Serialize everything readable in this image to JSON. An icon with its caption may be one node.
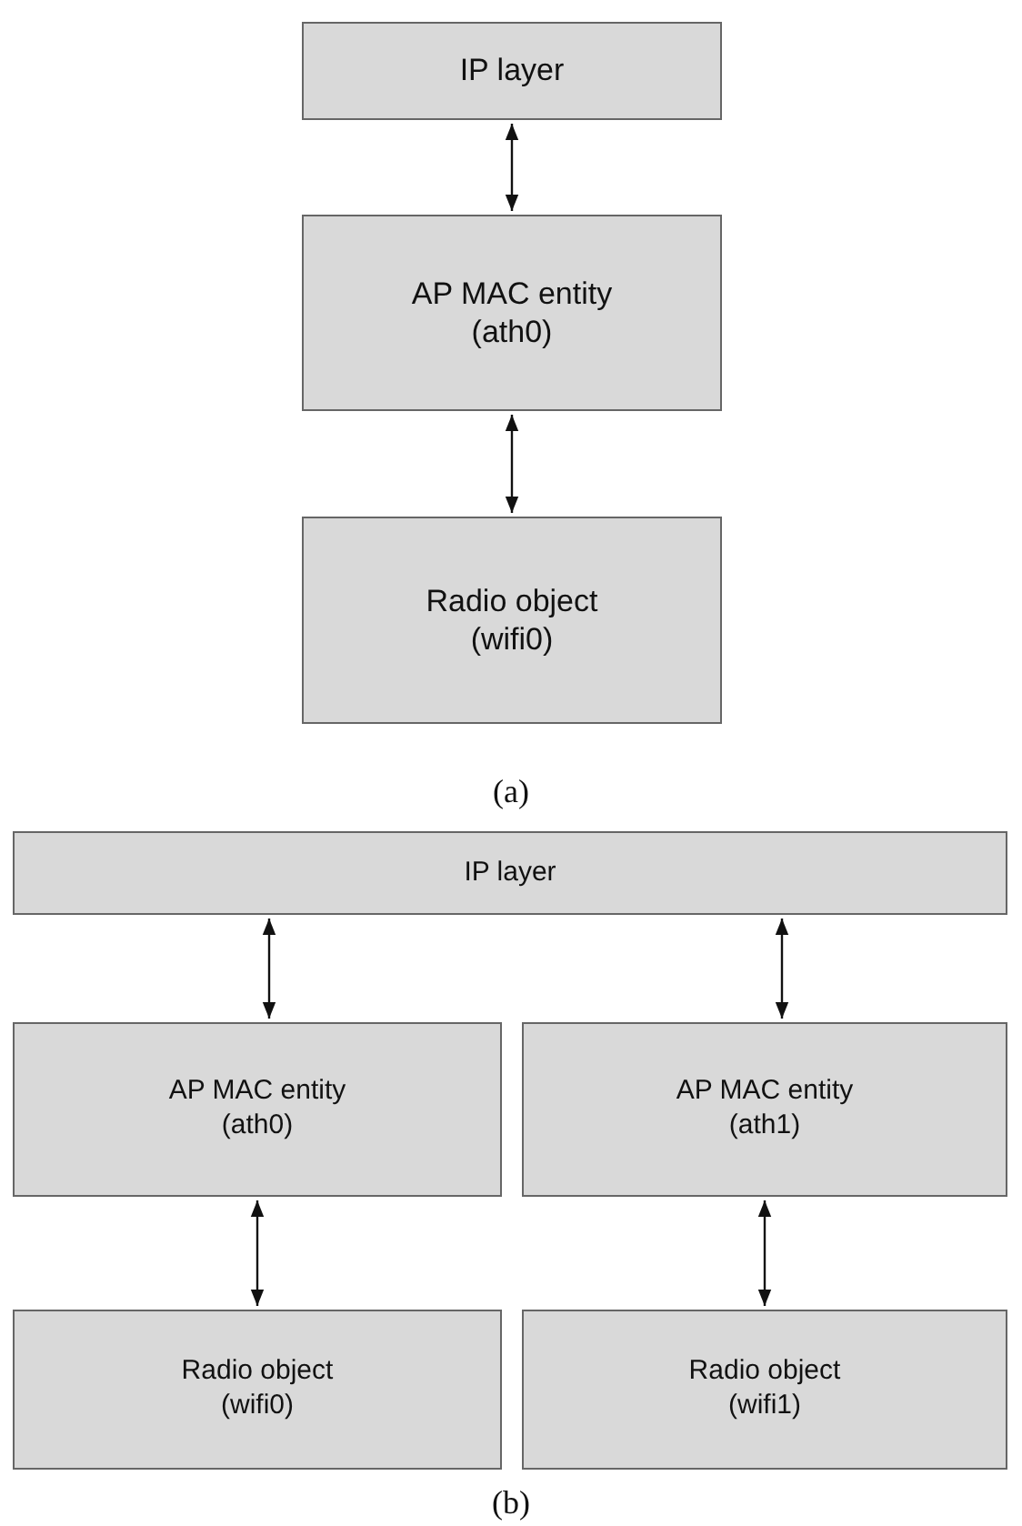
{
  "diagram": {
    "nodes": [
      {
        "text": [
          "IP layer"
        ]
      },
      {
        "text": [
          "AP MAC entity",
          "(ath0)"
        ]
      },
      {
        "text": [
          "Radio object",
          "(wifi0)"
        ]
      },
      {
        "text": [
          "IP layer"
        ]
      },
      {
        "text": [
          "AP MAC entity",
          "(ath0)"
        ]
      },
      {
        "text": [
          "AP MAC entity",
          "(ath1)"
        ]
      },
      {
        "text": [
          "Radio object",
          "(wifi0)"
        ]
      },
      {
        "text": [
          "Radio object",
          "(wifi1)"
        ]
      }
    ],
    "edges": [
      {
        "from": 0,
        "to": 1,
        "arrow": "both"
      },
      {
        "from": 1,
        "to": 2,
        "arrow": "both"
      },
      {
        "from": 3,
        "to": 4,
        "arrow": "both"
      },
      {
        "from": 3,
        "to": 5,
        "arrow": "both"
      },
      {
        "from": 4,
        "to": 6,
        "arrow": "both"
      },
      {
        "from": 5,
        "to": 7,
        "arrow": "both"
      }
    ],
    "labels": [
      "(a)",
      "(b)"
    ]
  }
}
